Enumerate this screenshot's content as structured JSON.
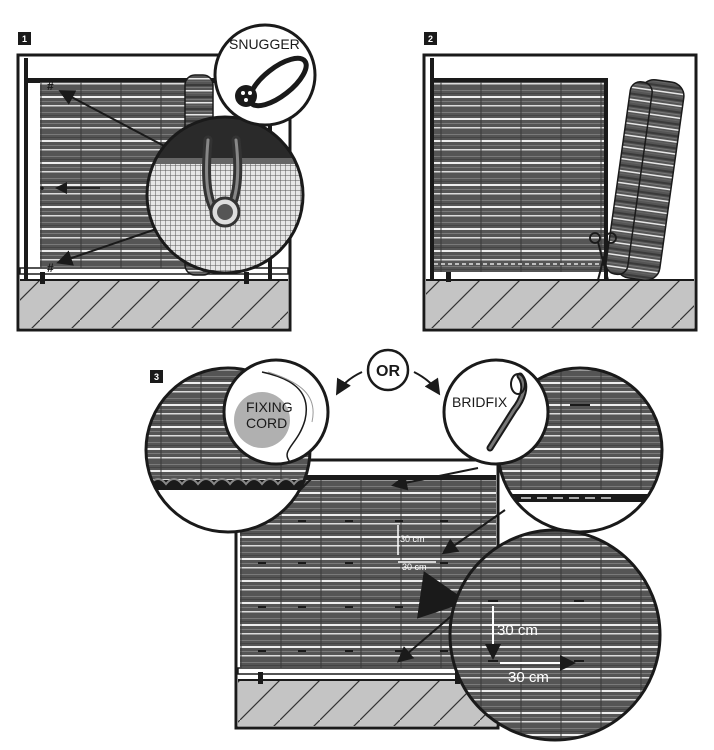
{
  "steps": [
    {
      "number": "1"
    },
    {
      "number": "2"
    },
    {
      "number": "3"
    }
  ],
  "labels": {
    "snugger": "SNUGGER",
    "or": "OR",
    "fixing_cord": "FIXING\nCORD",
    "bridfix": "BRIDFIX",
    "spacing_small_1": "30 cm",
    "spacing_small_2": "30 cm",
    "spacing_large_1": "30 cm",
    "spacing_large_2": "30 cm"
  },
  "colors": {
    "ink": "#1a1a1a",
    "screen_dark": "#4a4a4a",
    "screen_stripe": "#d8d8d8",
    "ground": "#bdbdbd",
    "badge": "#1a1a1a",
    "fixing_cord_blob": "#b0b0b0"
  },
  "icons": [
    "snugger-icon",
    "scissors-icon",
    "bridfix-icon",
    "fixing-cord-icon",
    "curved-arrow-icon"
  ]
}
